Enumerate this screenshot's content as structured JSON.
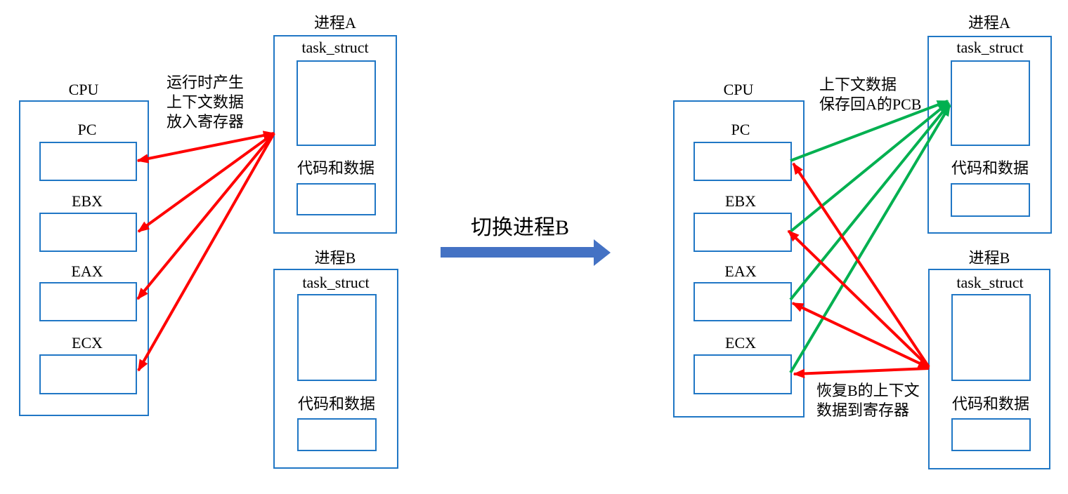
{
  "colors": {
    "box_border": "#2077C5",
    "red_arrow": "#FF0000",
    "green_arrow": "#00B050",
    "transition_arrow": "#4472C4"
  },
  "left": {
    "cpu_title": "CPU",
    "registers": [
      "PC",
      "EBX",
      "EAX",
      "ECX"
    ],
    "process_a_title": "进程A",
    "process_b_title": "进程B",
    "task_struct_label": "task_struct",
    "code_data_label": "代码和数据",
    "annotation_line1": "运行时产生",
    "annotation_line2": "上下文数据",
    "annotation_line3": "放入寄存器"
  },
  "transition_label": "切换进程B",
  "right": {
    "cpu_title": "CPU",
    "registers": [
      "PC",
      "EBX",
      "EAX",
      "ECX"
    ],
    "process_a_title": "进程A",
    "process_b_title": "进程B",
    "task_struct_label": "task_struct",
    "code_data_label": "代码和数据",
    "save_annotation_line1": "上下文数据",
    "save_annotation_line2": "保存回A的PCB",
    "restore_annotation_line1": "恢复B的上下文",
    "restore_annotation_line2": "数据到寄存器"
  }
}
